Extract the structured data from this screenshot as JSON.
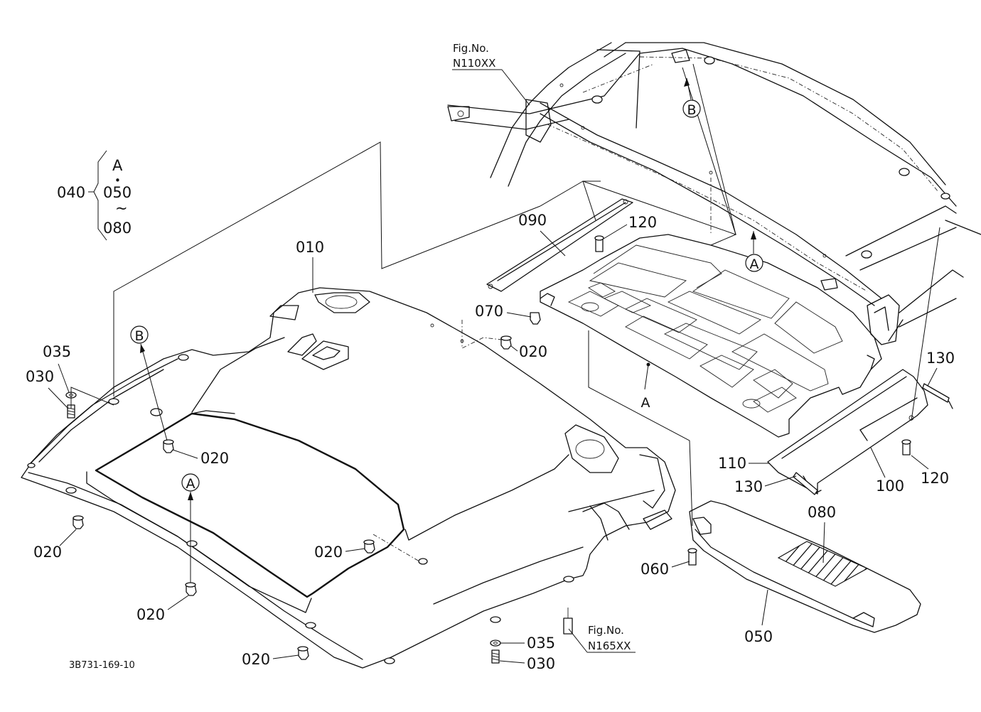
{
  "diagram": {
    "drawing_code": "3B731-169-10",
    "fig_refs": [
      {
        "line1": "Fig.No.",
        "line2": "N110XX"
      },
      {
        "line1": "Fig.No.",
        "line2": "N165XX"
      }
    ],
    "assembly_bracket": {
      "parent": "040",
      "ref": "A",
      "dot": "•",
      "from": "050",
      "tilde": "~",
      "to": "080"
    },
    "ref_markers": [
      "A",
      "B"
    ],
    "part_labels": {
      "p010": "010",
      "p020": "020",
      "p030": "030",
      "p035": "035",
      "p050": "050",
      "p060": "060",
      "p070": "070",
      "p080": "080",
      "p090": "090",
      "p100": "100",
      "p110": "110",
      "p120": "120",
      "p130": "130"
    }
  }
}
